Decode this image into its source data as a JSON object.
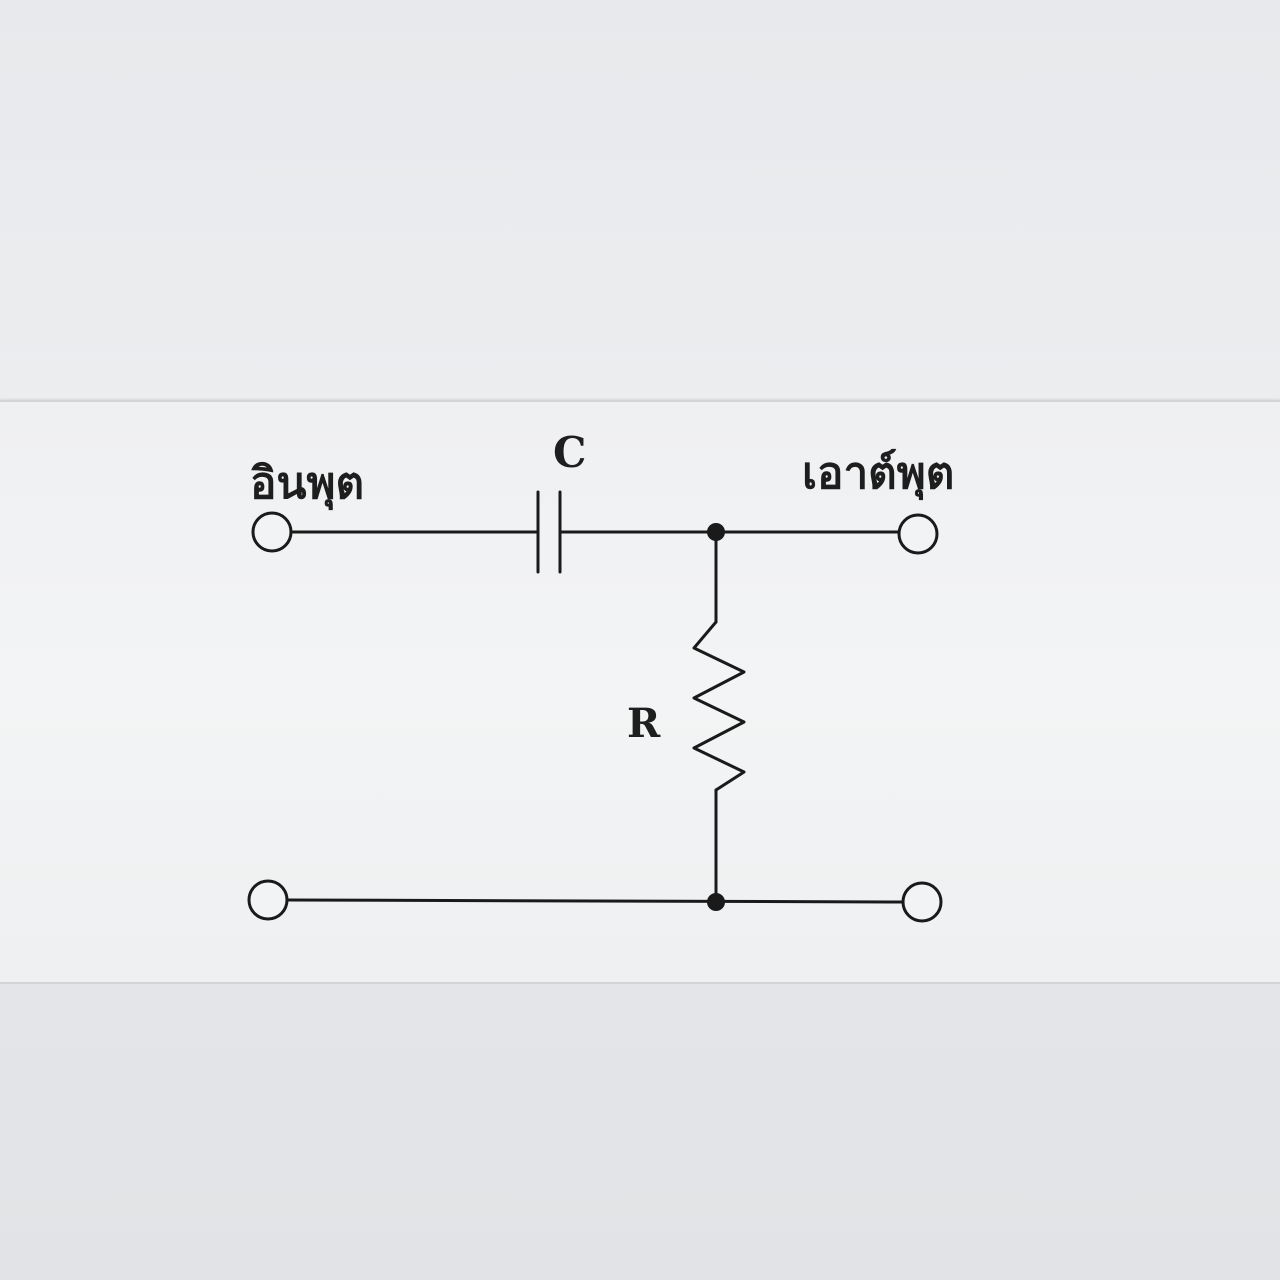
{
  "labels": {
    "input": "อินพุต",
    "output": "เอาต์พุต",
    "capacitor": "C",
    "resistor": "R"
  },
  "colors": {
    "ink": "#1a1a1a",
    "paper": "#f2f3f4"
  }
}
